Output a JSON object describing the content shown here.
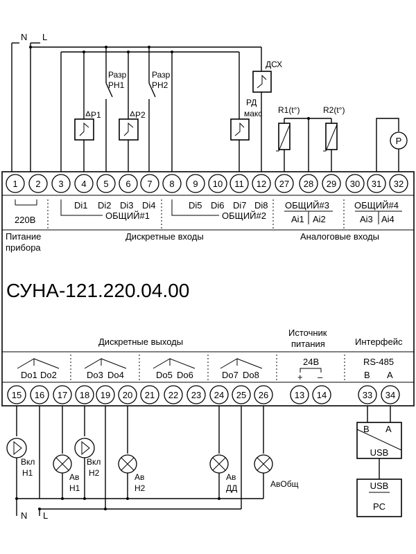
{
  "supply": {
    "n": "N",
    "l": "L"
  },
  "top_labels": {
    "p1": "P1",
    "p2": "P2",
    "razr_rn1_line1": "Разр",
    "razr_rn1_line2": "PH1",
    "razr_rn2_line1": "Разр",
    "razr_rn2_line2": "PH2",
    "dsx": "ДСХ",
    "rd_line1": "РД",
    "rd_line2": "макс",
    "r1": "R1(t°)",
    "r2": "R2(t°)",
    "p_sensor": "P"
  },
  "top_terminals": [
    "1",
    "2",
    "3",
    "4",
    "5",
    "6",
    "7",
    "8",
    "9",
    "10",
    "11",
    "12",
    "27",
    "28",
    "29",
    "30",
    "31",
    "32"
  ],
  "bottom_terminals": [
    "15",
    "16",
    "17",
    "18",
    "19",
    "20",
    "21",
    "22",
    "23",
    "24",
    "25",
    "26",
    "13",
    "14",
    "33",
    "34"
  ],
  "upper_row": {
    "v220": "220В",
    "di": [
      "Di1",
      "Di2",
      "Di3",
      "Di4",
      "Di5",
      "Di6",
      "Di7",
      "Di8"
    ],
    "common1": "ОБЩИЙ#1",
    "common2": "ОБЩИЙ#2",
    "common3": "ОБЩИЙ#3",
    "common4": "ОБЩИЙ#4",
    "ai": [
      "Ai1",
      "Ai2",
      "Ai3",
      "Ai4"
    ]
  },
  "captions": {
    "power_line1": "Питание",
    "power_line2": "прибора",
    "discrete_inputs": "Дискретные входы",
    "analog_inputs": "Аналоговые входы",
    "discrete_outputs": "Дискретные выходы",
    "source_line1": "Источник",
    "source_line2": "питания",
    "interface": "Интерфейс"
  },
  "model": "СУНА-121.220.04.00",
  "lower_row": {
    "do": [
      "Do1",
      "Do2",
      "Do3",
      "Do4",
      "Do5",
      "Do6",
      "Do7",
      "Do8"
    ],
    "v24": "24В",
    "plus": "+",
    "minus": "–",
    "rs485": "RS-485",
    "b": "B",
    "a": "A"
  },
  "loads": {
    "vkl_h1_line1": "Вкл",
    "vkl_h1_line2": "H1",
    "av_h1_line1": "Ав",
    "av_h1_line2": "H1",
    "vkl_h2_line1": "Вкл",
    "vkl_h2_line2": "H2",
    "av_h2_line1": "Ав",
    "av_h2_line2": "H2",
    "av_dd_line1": "Ав",
    "av_dd_line2": "ДД",
    "av_obsh": "АвОбщ"
  },
  "converter": {
    "b": "B",
    "a": "A",
    "usb_top": "USB",
    "usb_pc": "USB",
    "pc": "PC"
  }
}
